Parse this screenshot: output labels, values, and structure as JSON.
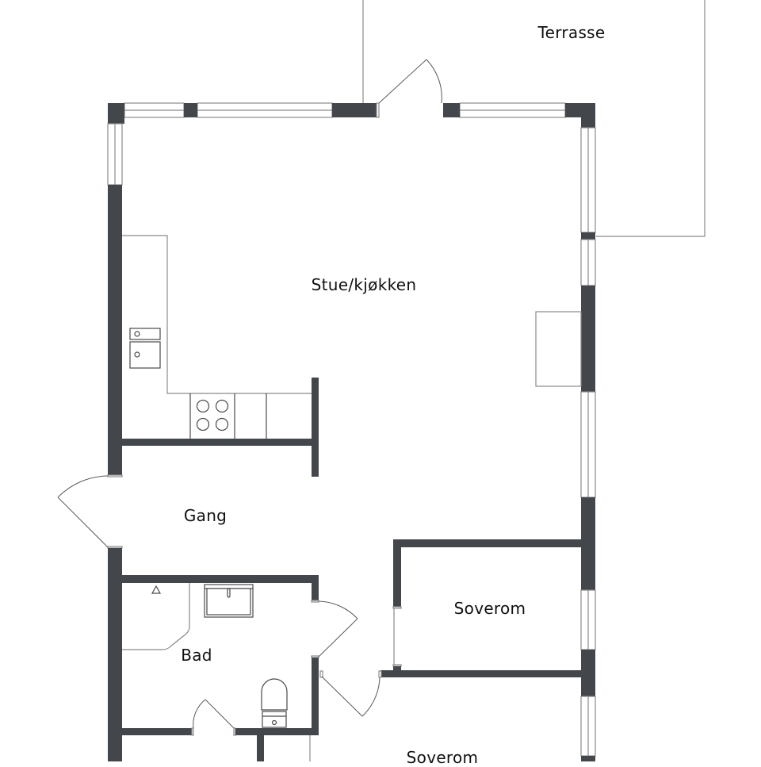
{
  "floorplan": {
    "rooms": [
      {
        "id": "terrasse",
        "label": "Terrasse"
      },
      {
        "id": "stue",
        "label": "Stue/kjøkken"
      },
      {
        "id": "gang",
        "label": "Gang"
      },
      {
        "id": "bad",
        "label": "Bad"
      },
      {
        "id": "soverom1",
        "label": "Soverom"
      },
      {
        "id": "soverom2",
        "label": "Soverom"
      }
    ],
    "colors": {
      "wall": "#43464b",
      "outline": "#8a8a8a",
      "background": "#ffffff"
    }
  }
}
